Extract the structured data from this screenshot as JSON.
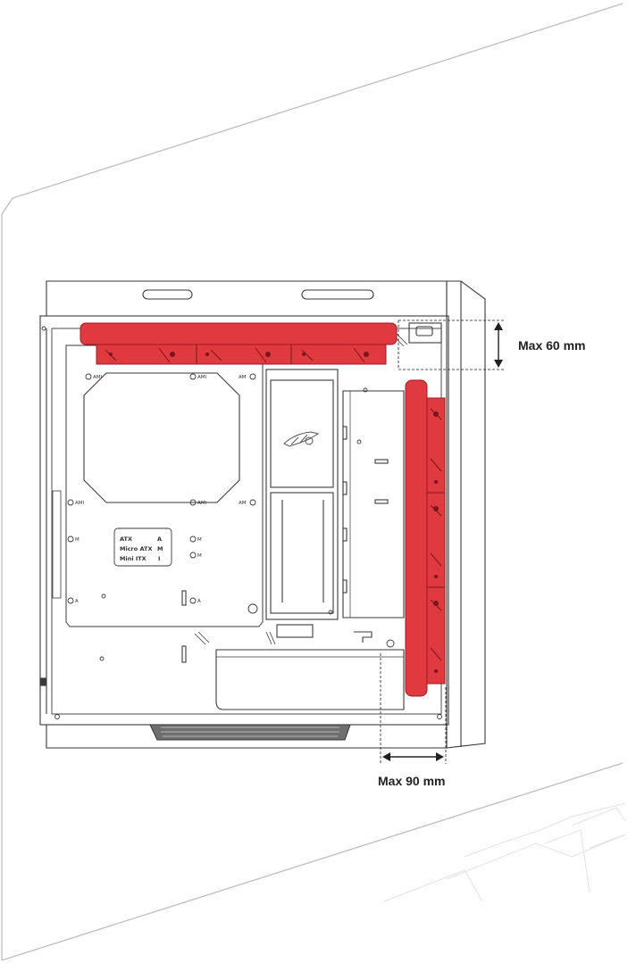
{
  "annotations": {
    "top_clearance": "Max 60 mm",
    "side_clearance": "Max 90 mm"
  },
  "board_labels": {
    "ami": "AMI",
    "am": "AM",
    "m": "M",
    "a": "A",
    "form_factors": [
      {
        "name": "ATX",
        "code": "A"
      },
      {
        "name": "Micro ATX",
        "code": "M"
      },
      {
        "name": "Mini ITX",
        "code": "I"
      }
    ]
  },
  "colors": {
    "radiator": "#e0393f",
    "radiator_dark": "#9c1c22",
    "line": "#3a3a3a",
    "panel": "#bdbdbd"
  }
}
